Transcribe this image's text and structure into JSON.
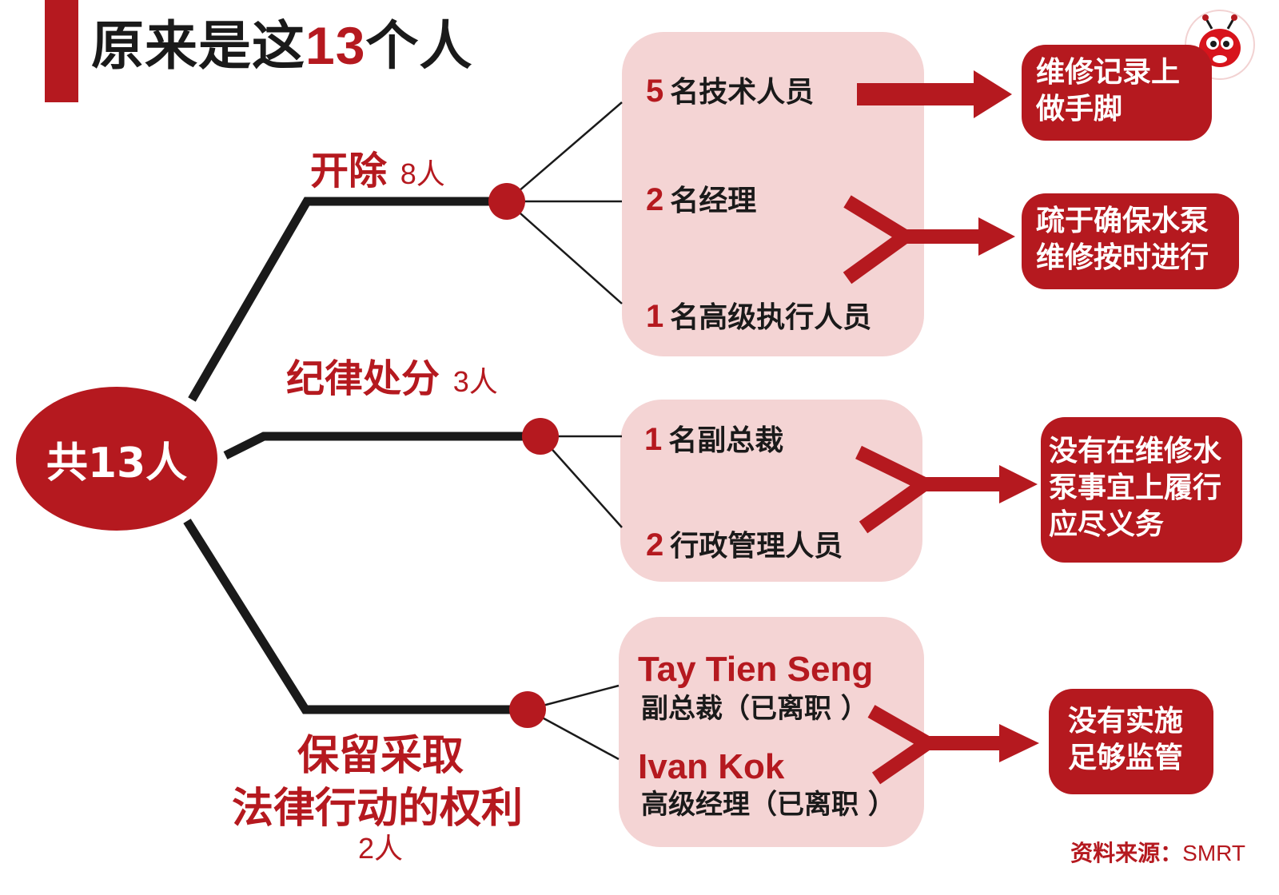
{
  "title": {
    "prefix": "原来是这",
    "number": "13",
    "suffix": "个人"
  },
  "total": {
    "label": "共13人"
  },
  "branches": [
    {
      "category": "开除",
      "count": "8人",
      "items": [
        {
          "num": "5",
          "text": "名技术人员"
        },
        {
          "num": "2",
          "text": "名经理"
        },
        {
          "num": "1",
          "text": "名高级执行人员"
        }
      ]
    },
    {
      "category": "纪律处分",
      "count": "3人",
      "items": [
        {
          "num": "1",
          "text": "名副总裁"
        },
        {
          "num": "2",
          "text": "行政管理人员"
        }
      ]
    },
    {
      "category_line1": "保留采取",
      "category_line2": "法律行动的权利",
      "count": "2人",
      "people": [
        {
          "name": "Tay Tien Seng",
          "role": "副总裁（已离职 ）"
        },
        {
          "name": "Ivan Kok",
          "role": "高级经理（已离职 ）"
        }
      ]
    }
  ],
  "results": [
    {
      "line1": "维修记录上",
      "line2": "做手脚"
    },
    {
      "line1": "疏于确保水泵",
      "line2": "维修按时进行"
    },
    {
      "line1": "没有在维修水",
      "line2": "泵事宜上履行",
      "line3": "应尽义务"
    },
    {
      "line1": "没有实施",
      "line2": "足够监管"
    }
  ],
  "source": {
    "label": "资料来源：",
    "name": "SMRT"
  },
  "colors": {
    "accent": "#b5191f",
    "box": "#f4d4d4",
    "line": "#1a1a1a"
  },
  "mascot": {
    "icon": "ant-mascot-icon"
  }
}
